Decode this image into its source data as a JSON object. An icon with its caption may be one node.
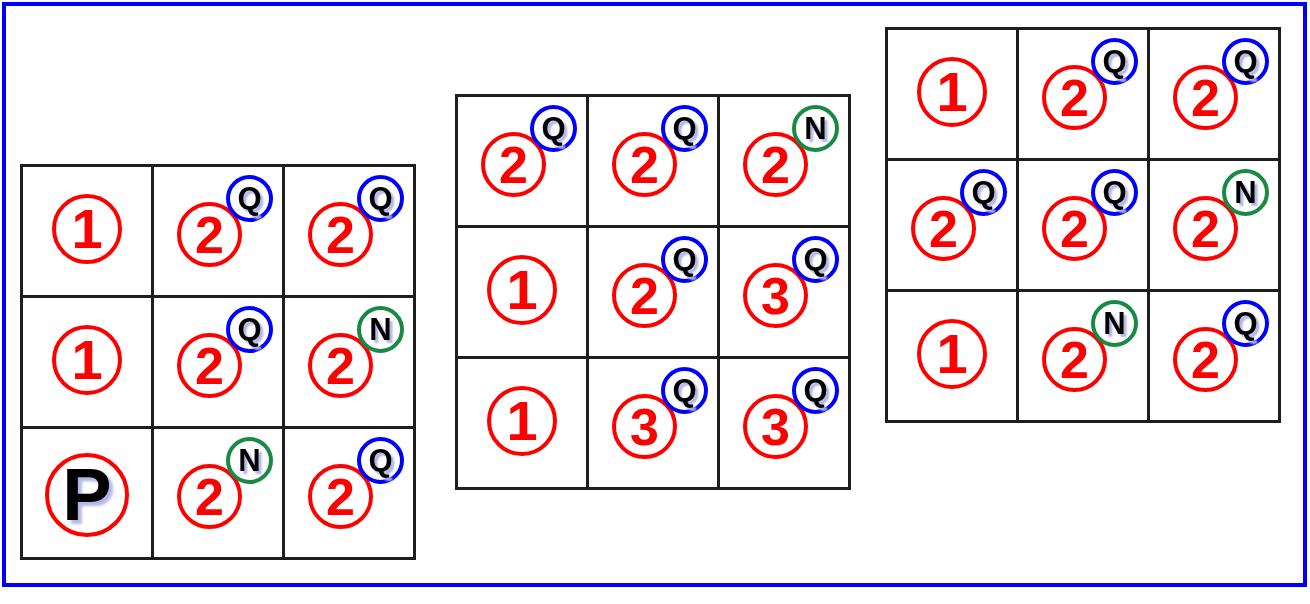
{
  "diagram": {
    "nodes": [
      {
        "text": [],
        "shape": "box"
      },
      {
        "text": [],
        "shape": "box",
        "in": 0
      },
      {
        "text": [
          "1"
        ],
        "in": 1
      },
      {
        "text": [],
        "shape": "box",
        "in": 0
      },
      {
        "text": [
          "2"
        ],
        "in": 3
      },
      {
        "text": [
          "Q"
        ],
        "in": 3
      },
      {
        "text": [],
        "shape": "box",
        "in": 0
      },
      {
        "text": [
          "2"
        ],
        "in": 6
      },
      {
        "text": [
          "Q"
        ],
        "in": 6
      },
      {
        "text": [],
        "shape": "box",
        "in": 0
      },
      {
        "text": [
          "1"
        ],
        "in": 9
      },
      {
        "text": [],
        "shape": "box",
        "in": 0
      },
      {
        "text": [
          "2"
        ],
        "in": 11
      },
      {
        "text": [
          "Q"
        ],
        "in": 11
      },
      {
        "text": [],
        "shape": "box",
        "in": 0
      },
      {
        "text": [
          "2"
        ],
        "in": 14
      },
      {
        "text": [
          "N"
        ],
        "in": 14
      },
      {
        "text": [],
        "shape": "box",
        "in": 0
      },
      {
        "text": [
          "P"
        ],
        "in": 17
      },
      {
        "text": [],
        "shape": "box",
        "in": 0
      },
      {
        "text": [
          "2"
        ],
        "in": 19
      },
      {
        "text": [
          "N"
        ],
        "in": 19
      },
      {
        "text": [],
        "shape": "box",
        "in": 0
      },
      {
        "text": [
          "2"
        ],
        "in": 22
      },
      {
        "text": [
          "Q"
        ],
        "in": 22
      },
      {
        "text": [],
        "shape": "box"
      },
      {
        "text": [],
        "shape": "box",
        "in": 25
      },
      {
        "text": [
          "2"
        ],
        "in": 26
      },
      {
        "text": [
          "Q"
        ],
        "in": 26
      },
      {
        "text": [],
        "shape": "box",
        "in": 25
      },
      {
        "text": [
          "2"
        ],
        "in": 29
      },
      {
        "text": [
          "Q"
        ],
        "in": 29
      },
      {
        "text": [],
        "shape": "box",
        "in": 25
      },
      {
        "text": [
          "2"
        ],
        "in": 32
      },
      {
        "text": [
          "N"
        ],
        "in": 32
      },
      {
        "text": [],
        "shape": "box",
        "in": 25
      },
      {
        "text": [
          "1"
        ],
        "in": 35
      },
      {
        "text": [],
        "shape": "box",
        "in": 25
      },
      {
        "text": [
          "2"
        ],
        "in": 37
      },
      {
        "text": [
          "Q"
        ],
        "in": 37
      },
      {
        "text": [],
        "shape": "box",
        "in": 25
      },
      {
        "text": [
          "3"
        ],
        "in": 40
      },
      {
        "text": [
          "Q"
        ],
        "in": 40
      },
      {
        "text": [],
        "shape": "box",
        "in": 25
      },
      {
        "text": [
          "1"
        ],
        "in": 43
      },
      {
        "text": [],
        "shape": "box",
        "in": 25
      },
      {
        "text": [
          "3"
        ],
        "in": 45
      },
      {
        "text": [
          "Q"
        ],
        "in": 45
      },
      {
        "text": [],
        "shape": "box",
        "in": 25
      },
      {
        "text": [
          "3"
        ],
        "in": 48
      },
      {
        "text": [
          "Q"
        ],
        "in": 48
      },
      {
        "text": [],
        "shape": "box"
      },
      {
        "text": [],
        "shape": "box",
        "in": 51
      },
      {
        "text": [
          "1"
        ],
        "in": 52
      },
      {
        "text": [],
        "shape": "box",
        "in": 51
      },
      {
        "text": [
          "2"
        ],
        "in": 54
      },
      {
        "text": [
          "Q"
        ],
        "in": 54
      },
      {
        "text": [],
        "shape": "box",
        "in": 51
      },
      {
        "text": [
          "2"
        ],
        "in": 57
      },
      {
        "text": [
          "Q"
        ],
        "in": 57
      },
      {
        "text": [],
        "shape": "box",
        "in": 51
      },
      {
        "text": [
          "2"
        ],
        "in": 60
      },
      {
        "text": [
          "Q"
        ],
        "in": 60
      },
      {
        "text": [],
        "shape": "box",
        "in": 51
      },
      {
        "text": [
          "2"
        ],
        "in": 63
      },
      {
        "text": [
          "Q"
        ],
        "in": 63
      },
      {
        "text": [],
        "shape": "box",
        "in": 51
      },
      {
        "text": [
          "2"
        ],
        "in": 66
      },
      {
        "text": [
          "N"
        ],
        "in": 66
      },
      {
        "text": [],
        "shape": "box",
        "in": 51
      },
      {
        "text": [
          "1"
        ],
        "in": 69
      },
      {
        "text": [],
        "shape": "box",
        "in": 51
      },
      {
        "text": [
          "2"
        ],
        "in": 71
      },
      {
        "text": [
          "N"
        ],
        "in": 71
      },
      {
        "text": [],
        "shape": "box",
        "in": 51
      },
      {
        "text": [
          "2"
        ],
        "in": 74
      },
      {
        "text": [
          "Q"
        ],
        "in": 74
      }
    ]
  }
}
